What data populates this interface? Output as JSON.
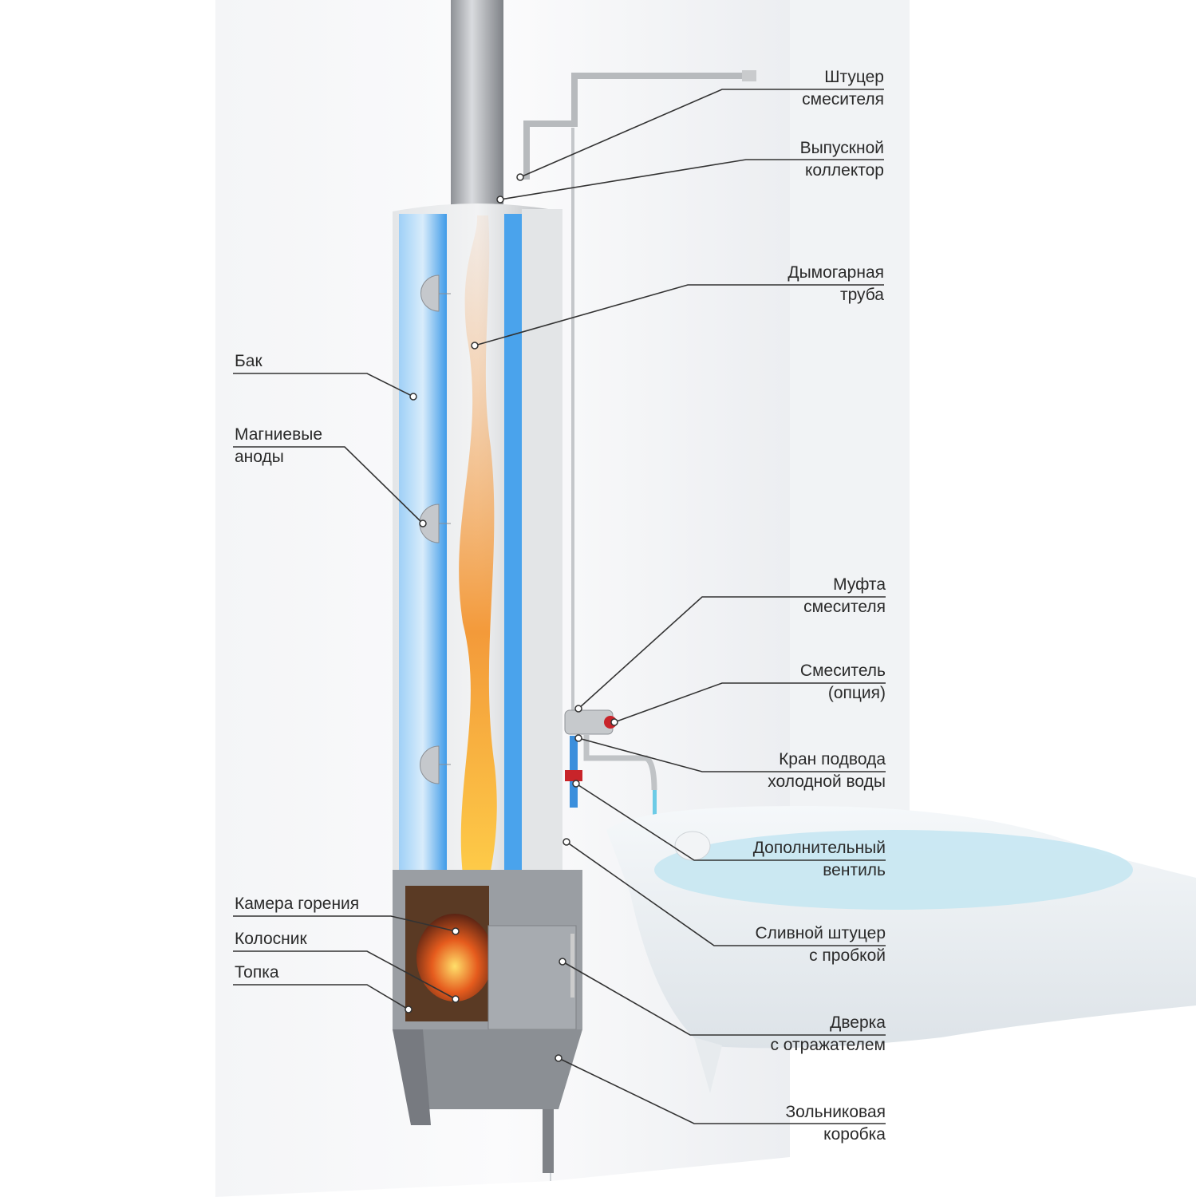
{
  "labels_right": [
    {
      "line1": "Штуцер",
      "line2": "смесителя"
    },
    {
      "line1": "Выпускной",
      "line2": "коллектор"
    },
    {
      "line1": "Дымогарная",
      "line2": "труба"
    },
    {
      "line1": "Муфта",
      "line2": "смесителя"
    },
    {
      "line1": "Смеситель",
      "line2": "(опция)"
    },
    {
      "line1": "Кран подвода",
      "line2": "холодной воды"
    },
    {
      "line1": "Дополнительный",
      "line2": "вентиль"
    },
    {
      "line1": "Сливной штуцер",
      "line2": "с пробкой"
    },
    {
      "line1": "Дверка",
      "line2": "с отражателем"
    },
    {
      "line1": "Зольниковая",
      "line2": "коробка"
    }
  ],
  "labels_left": [
    {
      "line1": "Бак",
      "line2": ""
    },
    {
      "line1": "Магниевые",
      "line2": "аноды"
    },
    {
      "line1": "Камера горения",
      "line2": ""
    },
    {
      "line1": "Колосник",
      "line2": ""
    },
    {
      "line1": "Топка",
      "line2": ""
    }
  ],
  "colors": {
    "water": "#3f9be8",
    "metal": "#b9bcc0",
    "flame": "#f39a3a",
    "leader": "#333333"
  }
}
